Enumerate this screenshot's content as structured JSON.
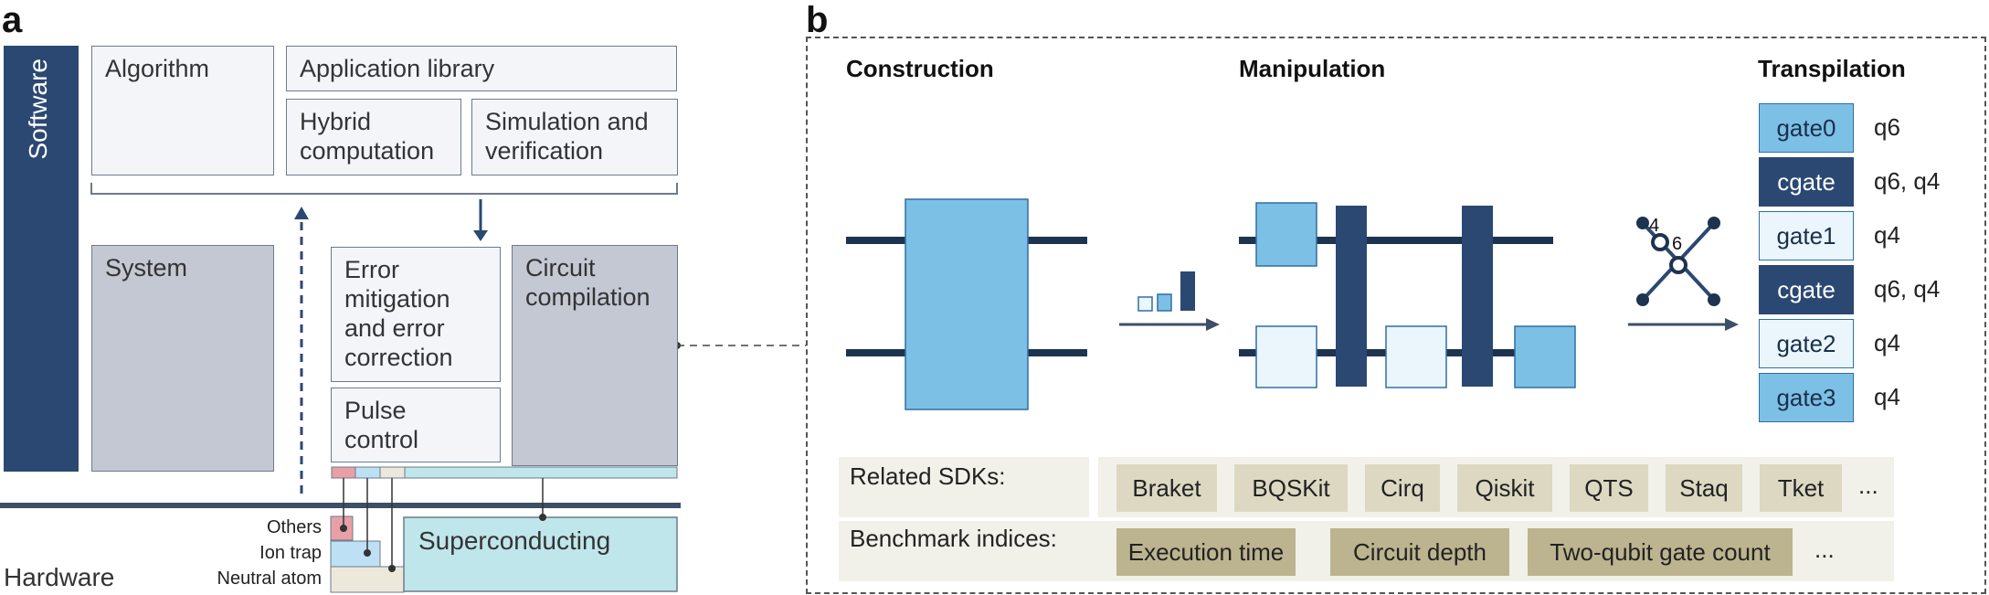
{
  "panel_a": {
    "letter": "a",
    "software_label": "Software",
    "hardware_label": "Hardware",
    "boxes": {
      "algorithm": "Algorithm",
      "application_library": "Application library",
      "hybrid": "Hybrid computation",
      "simulation": "Simulation and verification",
      "system": "System",
      "error_mitigation": "Error mitigation and error correction",
      "pulse_control": "Pulse control",
      "circuit_compilation": "Circuit compilation"
    },
    "hardware": {
      "others": "Others",
      "ion_trap": "Ion trap",
      "neutral_atom": "Neutral atom",
      "superconducting": "Superconducting"
    }
  },
  "panel_b": {
    "letter": "b",
    "headings": {
      "construction": "Construction",
      "manipulation": "Manipulation",
      "transpilation": "Transpilation"
    },
    "qubit_labels": [
      "4",
      "6"
    ],
    "gates": [
      {
        "name": "gate0",
        "qubits": "q6",
        "style": "light"
      },
      {
        "name": "cgate",
        "qubits": "q6, q4",
        "style": "dark"
      },
      {
        "name": "gate1",
        "qubits": "q4",
        "style": "pale"
      },
      {
        "name": "cgate",
        "qubits": "q6, q4",
        "style": "dark"
      },
      {
        "name": "gate2",
        "qubits": "q4",
        "style": "pale"
      },
      {
        "name": "gate3",
        "qubits": "q4",
        "style": "light"
      }
    ],
    "sdk_label": "Related SDKs:",
    "sdks": [
      "Braket",
      "BQSKit",
      "Cirq",
      "Qiskit",
      "QTS",
      "Staq",
      "Tket"
    ],
    "sdk_more": "...",
    "benchmark_label": "Benchmark indices:",
    "benchmarks": [
      "Execution time",
      "Circuit depth",
      "Two-qubit gate count"
    ],
    "benchmark_more": "...",
    "colors": {
      "dark_navy": "#2b4872",
      "light_blue": "#7cc0e6",
      "pale_blue": "#eaf6fc",
      "teal": "#bfe6ea",
      "pink": "#e8a0a6",
      "sdk_chip": "#dcd8c2",
      "bench_chip": "#bcb48f"
    }
  }
}
